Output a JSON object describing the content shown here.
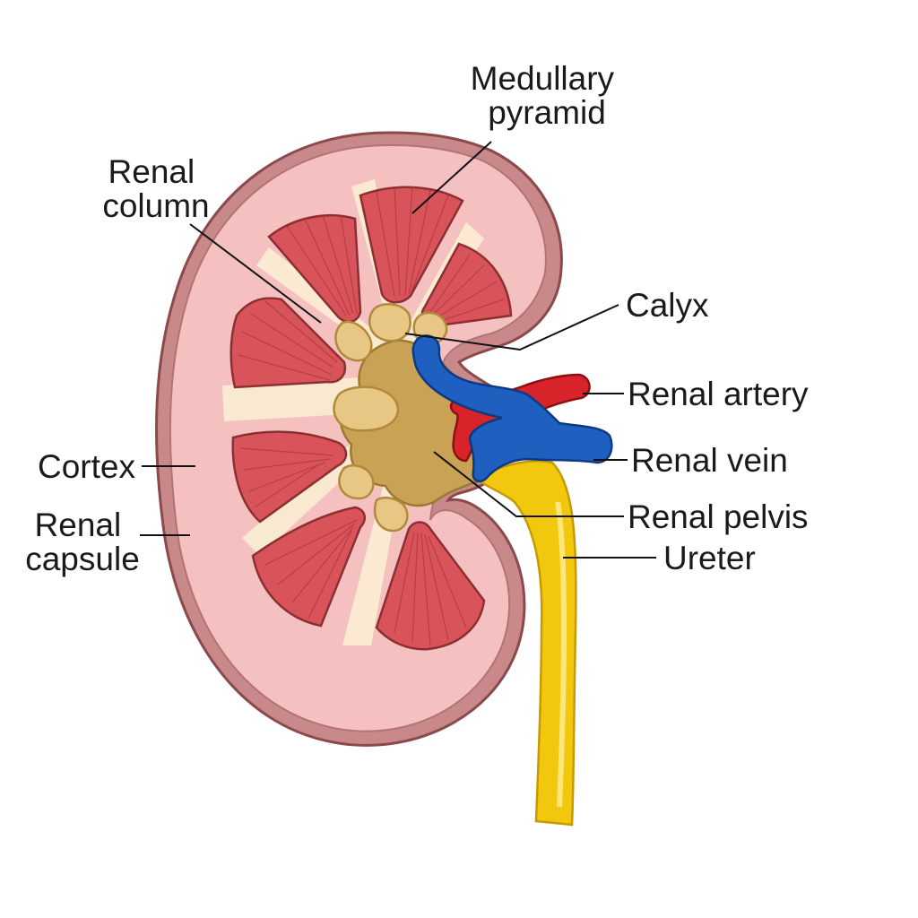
{
  "labels": {
    "medullary_pyramid": [
      "Medullary",
      "pyramid"
    ],
    "renal_column": [
      "Renal",
      "column"
    ],
    "calyx": "Calyx",
    "renal_artery": "Renal artery",
    "renal_vein": "Renal vein",
    "renal_pelvis": "Renal pelvis",
    "ureter": "Ureter",
    "cortex": "Cortex",
    "renal_capsule": [
      "Renal",
      "capsule"
    ]
  },
  "colors": {
    "capsule": "#c9898a",
    "capsule_outline": "#8a4a4c",
    "cortex": "#f5c1c0",
    "column": "#fbecd2",
    "pyramid": "#d9545a",
    "pyramid_outline": "#8c2f33",
    "pelvis": "#c9a255",
    "calyx": "#e8c785",
    "artery": "#d8232a",
    "vein": "#1f5fbf",
    "ureter": "#f2c80f",
    "ureter_outline": "#c79a00"
  }
}
